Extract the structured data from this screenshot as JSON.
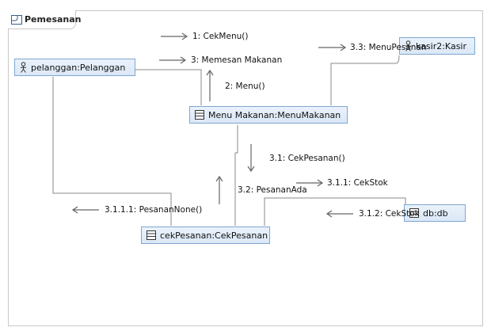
{
  "diagram": {
    "title": "Pemesanan"
  },
  "lifelines": {
    "pelanggan": "pelanggan:Pelanggan",
    "menu": "Menu Makanan:MenuMakanan",
    "kasir": "kasir2:Kasir",
    "cek": "cekPesanan:CekPesanan",
    "db": "db:db"
  },
  "messages": {
    "m1": "1: CekMenu()",
    "m3": "3: Memesan Makanan",
    "m33": "3.3: MenuPesanan",
    "m2": "2: Menu()",
    "m31": "3.1: CekPesanan()",
    "m311": "3.1.1: CekStok",
    "m32": "3.2: PesananAda",
    "m3111": "3.1.1.1: PesananNone()",
    "m312": "3.1.2: CekStok"
  },
  "icons": {
    "frame": "diagram-frame-icon",
    "actor": "actor-icon",
    "class": "class-icon"
  }
}
